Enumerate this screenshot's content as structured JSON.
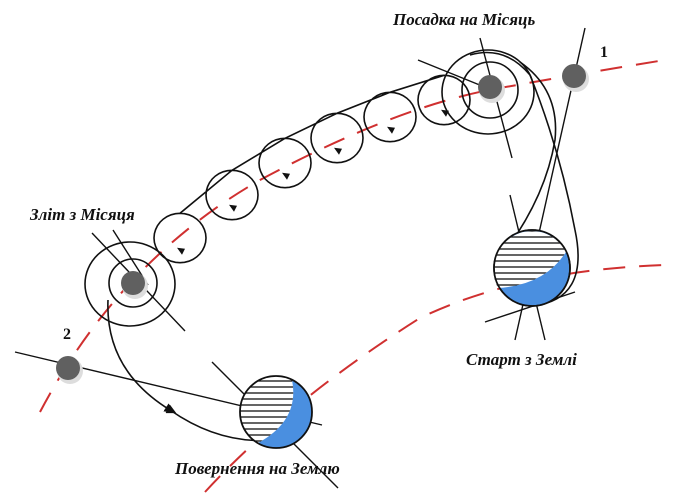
{
  "labels": {
    "landing": "Посадка на Місяць",
    "takeoff": "Зліт з Місяця",
    "start": "Старт з Землі",
    "return": "Повернення на Землю"
  },
  "markers": {
    "moon_position_1": "1",
    "moon_position_2": "2"
  },
  "colors": {
    "orbit_dash": "#d03030",
    "earth_ocean": "#4a8fe0",
    "moon": "#606060",
    "trajectory": "#111111"
  }
}
